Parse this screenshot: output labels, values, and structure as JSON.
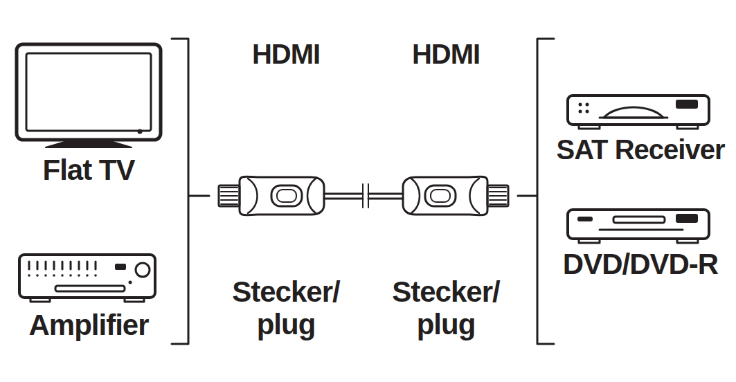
{
  "diagram": {
    "nodes": [
      {
        "text": [
          "Flat TV"
        ]
      },
      {
        "text": [
          "Amplifier"
        ]
      },
      {
        "text": [
          "SAT Receiver"
        ]
      },
      {
        "text": [
          "DVD/DVD-R"
        ]
      }
    ],
    "labels": [
      "HDMI",
      "HDMI",
      "Stecker/ plug",
      "Stecker/ plug"
    ]
  }
}
